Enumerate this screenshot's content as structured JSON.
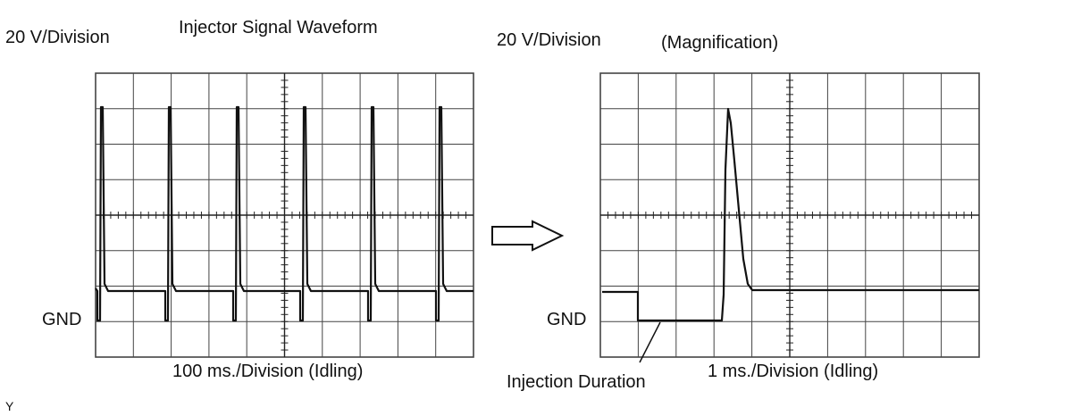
{
  "left_scope": {
    "title": "Injector Signal Waveform",
    "vertical_scale": "20 V/Division",
    "horizontal_scale": "100 ms./Division (Idling)",
    "gnd_label": "GND"
  },
  "right_scope": {
    "title": "(Magnification)",
    "vertical_scale": "20 V/Division",
    "horizontal_scale": "1 ms./Division (Idling)",
    "gnd_label": "GND",
    "callout": "Injection Duration"
  },
  "corner_mark": "Y",
  "colors": {
    "line": "#111111",
    "grid": "#444444",
    "background": "#ffffff"
  }
}
